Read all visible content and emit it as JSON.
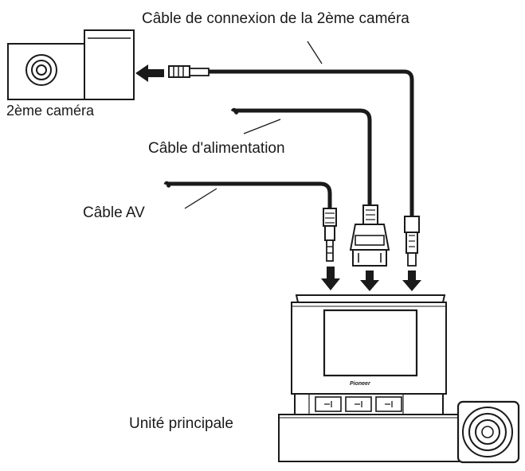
{
  "diagram": {
    "labels": {
      "second_camera_cable": "Câble de connexion de la 2ème caméra",
      "second_camera": "2ème caméra",
      "power_cable": "Câble d'alimentation",
      "av_cable": "Câble AV",
      "main_unit": "Unité principale"
    },
    "brand": "Pioneer",
    "colors": {
      "line": "#1a1a1a",
      "background": "#ffffff"
    },
    "icons": [
      "arrow-left-icon",
      "arrow-down-icon"
    ]
  }
}
